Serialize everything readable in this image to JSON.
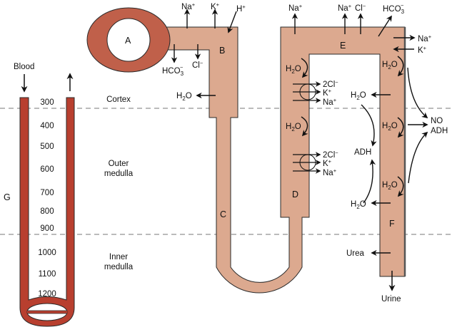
{
  "figure": {
    "colors": {
      "tubule_fill": "#dca98f",
      "vessel_fill": "#b83f2f",
      "glomerulus_fill": "#c0604a",
      "outline": "#2a2a2a",
      "dash": "#777777"
    },
    "zones": {
      "cortex": "Cortex",
      "outer_medulla_1": "Outer",
      "outer_medulla_2": "medulla",
      "inner_medulla_1": "Inner",
      "inner_medulla_2": "medulla"
    },
    "segment_labels": {
      "A": "A",
      "B": "B",
      "C": "C",
      "D": "D",
      "E": "E",
      "F": "F",
      "G": "G"
    },
    "vasa_recta": {
      "blood_label": "Blood",
      "osmolality": [
        "300",
        "400",
        "500",
        "600",
        "700",
        "800",
        "900",
        "1000",
        "1100",
        "1200"
      ]
    },
    "ions": {
      "na": "Na",
      "k": "K",
      "h": "H",
      "cl": "Cl",
      "two_cl": "2Cl",
      "hco": "HCO",
      "plus": "+",
      "minus": "−",
      "sub3": "3",
      "h2o_h": "H",
      "h2o_2": "2",
      "h2o_o": "O"
    },
    "hormones": {
      "no": "NO",
      "adh": "ADH",
      "adh_center": "ADH"
    },
    "solutes": {
      "urea": "Urea",
      "urine": "Urine"
    }
  }
}
